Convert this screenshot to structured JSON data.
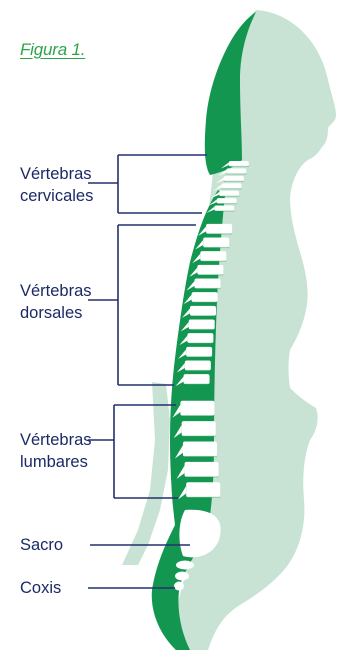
{
  "figure": {
    "caption": "Figura 1.",
    "labels": {
      "cervical_1": "Vértebras",
      "cervical_2": "cervicales",
      "dorsal_1": "Vértebras",
      "dorsal_2": "dorsales",
      "lumbar_1": "Vértebras",
      "lumbar_2": "lumbares",
      "sacro": "Sacro",
      "coxis": "Coxis"
    }
  },
  "colors": {
    "body_light": "#c8e3d3",
    "back_green": "#139650",
    "vertebra": "#ffffff",
    "leader_line": "#24306e",
    "caption": "#2fa34a",
    "label_text": "#1b2a66"
  }
}
